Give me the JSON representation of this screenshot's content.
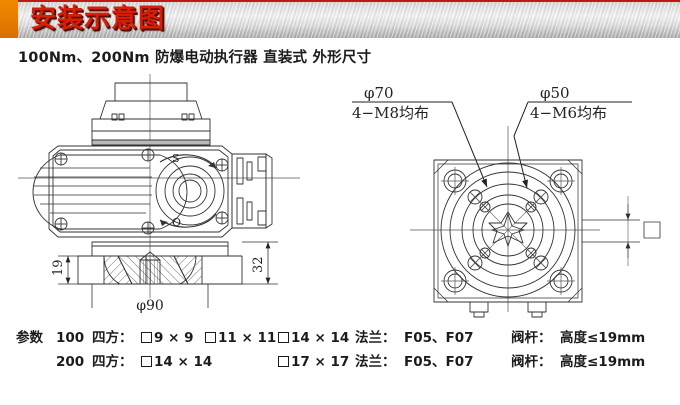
{
  "header": {
    "title": "安装示意图",
    "accent_orange": "#e87c00",
    "title_red": "#d81e06"
  },
  "subtitle": "100Nm、200Nm  防爆电动执行器  直装式  外形尺寸",
  "drawings": {
    "left_view": {
      "name": "top-view-actuator",
      "indicators": {
        "shut": "S",
        "open": "O"
      },
      "dimensions": {
        "height_small": "19",
        "height_large": "32",
        "diameter_base": "φ90"
      }
    },
    "right_view": {
      "name": "bottom-view-flange",
      "leader_labels": [
        {
          "diameter": "φ70",
          "thread": "4−M8均布"
        },
        {
          "diameter": "φ50",
          "thread": "4−M6均布"
        }
      ]
    }
  },
  "params": {
    "label": "参数",
    "rows": [
      {
        "model": "100",
        "square_label": "四方：",
        "squares": [
          "9 × 9",
          "11 × 11",
          "14 × 14"
        ],
        "flange_label": "法兰：",
        "flange_value": "F05、F07",
        "stem_label": "阀杆：",
        "stem_value": "高度≤19mm"
      },
      {
        "model": "200",
        "square_label": "四方：",
        "squares": [
          "14 × 14",
          "17 × 17"
        ],
        "flange_label": "法兰：",
        "flange_value": "F05、F07",
        "stem_label": "阀杆：",
        "stem_value": "高度≤19mm"
      }
    ]
  }
}
